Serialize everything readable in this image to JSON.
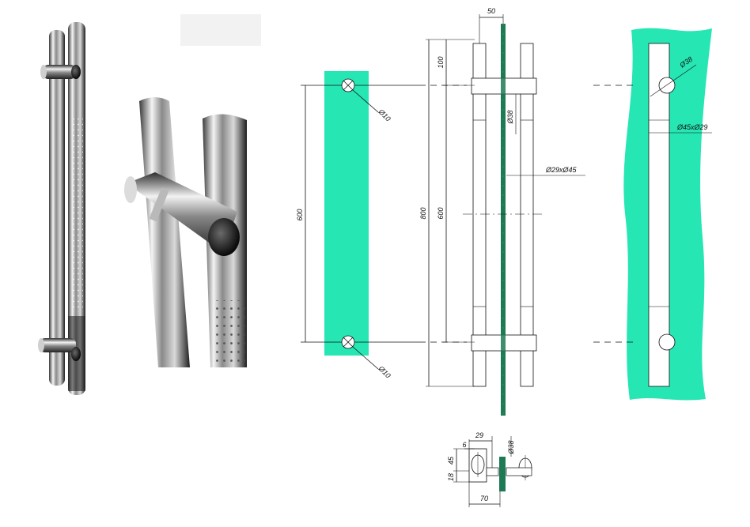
{
  "colors": {
    "glass": "#26e6b4",
    "glass_edge": "#1fb88f",
    "glass_dark": "#1e7a55",
    "line": "#111111",
    "steel_dark": "#2a2a2a",
    "steel_mid": "#9a9a9a",
    "steel_light": "#eeeeee"
  },
  "icons": {
    "photo_full": "handle-photo",
    "photo_detail": "handle-detail-photo",
    "drilling_plate": "glass-plate-drilling",
    "side_view": "handle-side-view",
    "glass_hole_view": "glass-holes-view",
    "section_view": "cross-section-view"
  },
  "front": {
    "hole_label_top": "Ø10",
    "hole_label_bottom": "Ø10",
    "spacing": "600"
  },
  "side": {
    "offset": "50",
    "top": "100",
    "bar": "Ø38",
    "tube": "Ø29xØ45",
    "overall": "800",
    "spacing": "600"
  },
  "glass_view": {
    "hole": "Ø38",
    "collar": "Ø45xØ29"
  },
  "section": {
    "w29": "29",
    "w6": "6",
    "d38": "Ø38",
    "h45": "45",
    "h18": "18",
    "w70": "70"
  }
}
